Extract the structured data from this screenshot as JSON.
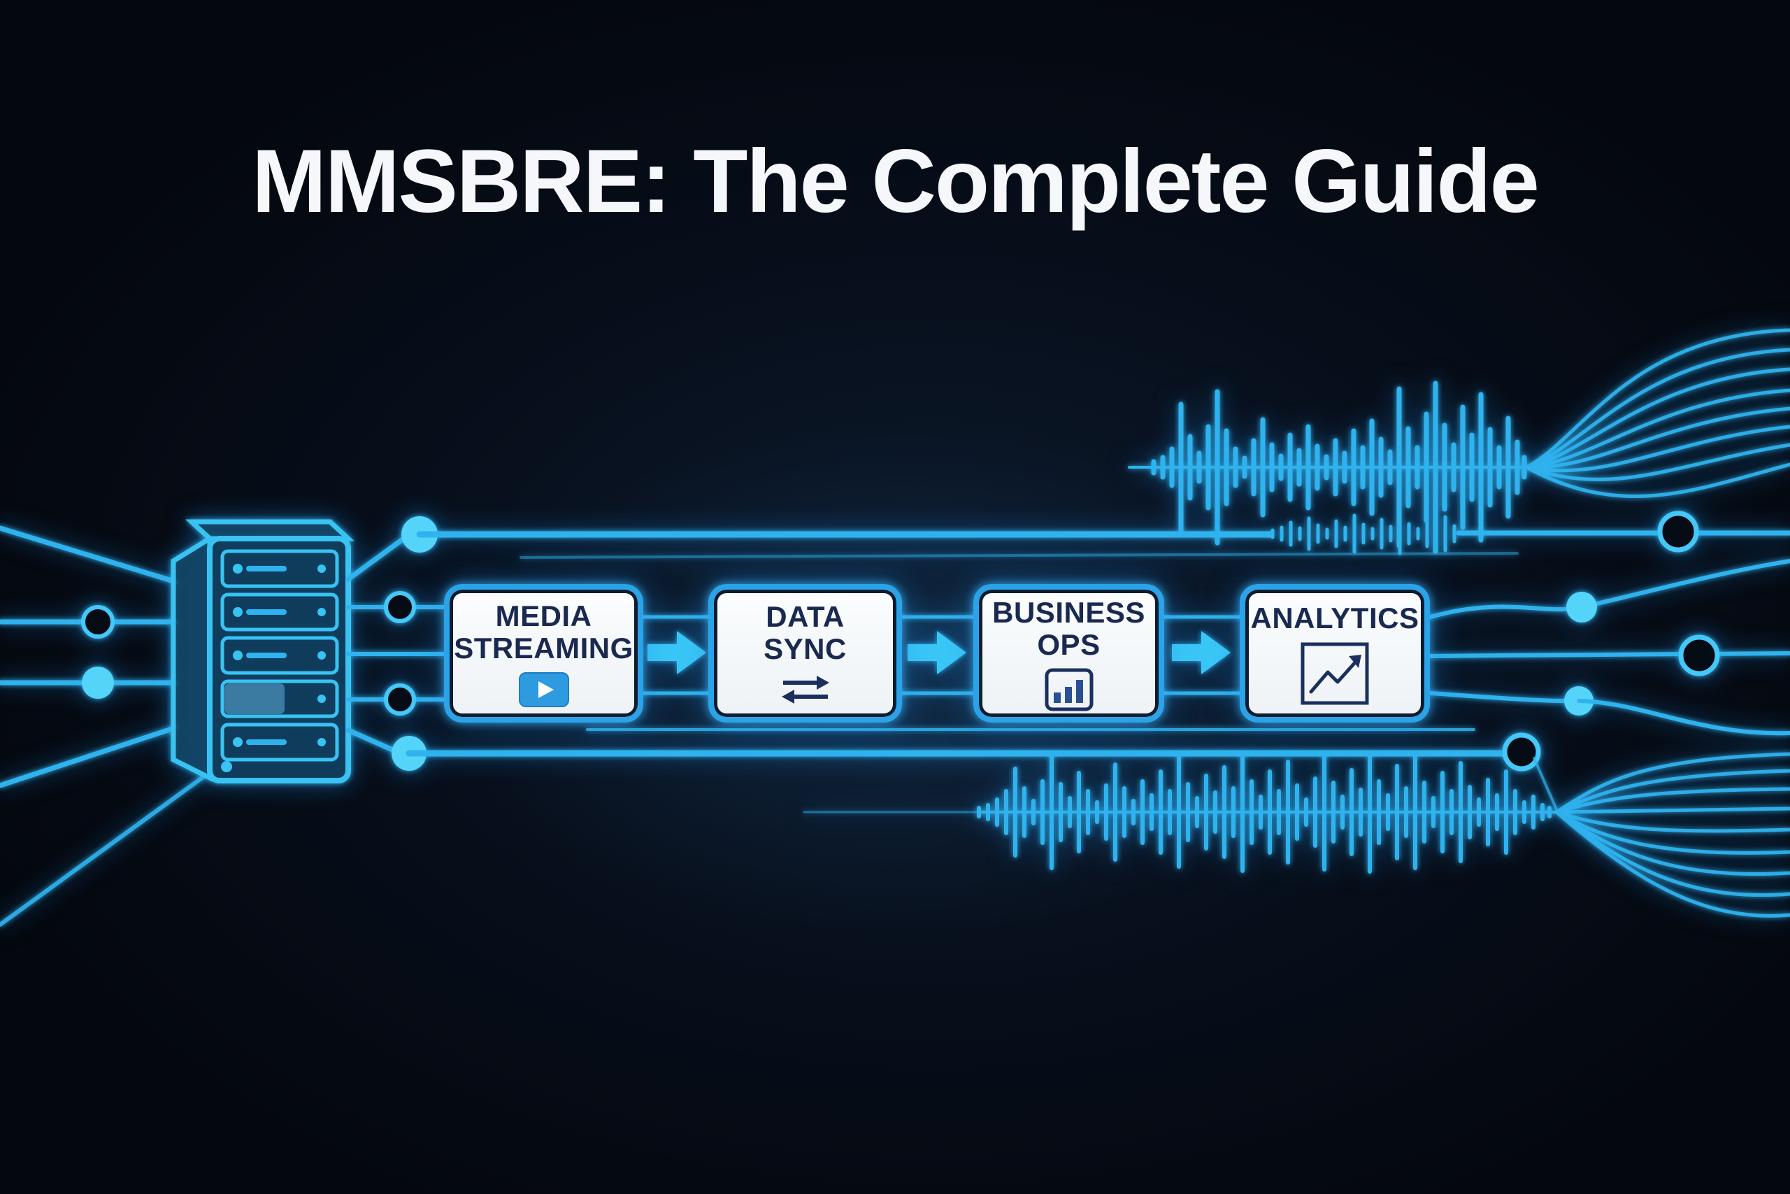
{
  "title": "MMSBRE: The Complete Guide",
  "pipeline": {
    "stages": [
      {
        "line1": "MEDIA",
        "line2": "STREAMING",
        "icon": "play-icon"
      },
      {
        "line1": "DATA",
        "line2": "SYNC",
        "icon": "sync-arrows-icon"
      },
      {
        "line1": "BUSINESS",
        "line2": "OPS",
        "icon": "bar-chart-icon"
      },
      {
        "line1": "ANALYTICS",
        "line2": "",
        "icon": "trend-line-icon"
      }
    ]
  },
  "colors": {
    "background": "#070e1a",
    "neon_line": "#2fb3ef",
    "node_fill": "#55d4f9",
    "box_border": "#2aa3e8",
    "box_fill": "#f2f5f7",
    "box_text": "#1a2950",
    "arrow": "#3ac7f6",
    "title_text": "#f5f7fa"
  }
}
